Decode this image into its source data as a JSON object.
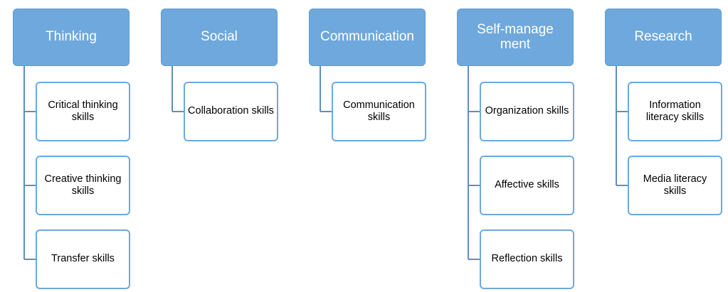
{
  "colors": {
    "header_fill": "#6fa8dc",
    "border": "#6fa8dc",
    "connector": "#5f8fbf"
  },
  "columns": [
    {
      "title": "Thinking",
      "children": [
        "Critical thinking skills",
        "Creative thinking skills",
        "Transfer skills"
      ]
    },
    {
      "title": "Social",
      "children": [
        "Collaboration skills"
      ]
    },
    {
      "title": "Communication",
      "children": [
        "Communication skills"
      ]
    },
    {
      "title": "Self-management",
      "children": [
        "Organization skills",
        "Affective skills",
        "Reflection skills"
      ]
    },
    {
      "title": "Research",
      "children": [
        "Information literacy skills",
        "Media literacy skills"
      ]
    }
  ]
}
